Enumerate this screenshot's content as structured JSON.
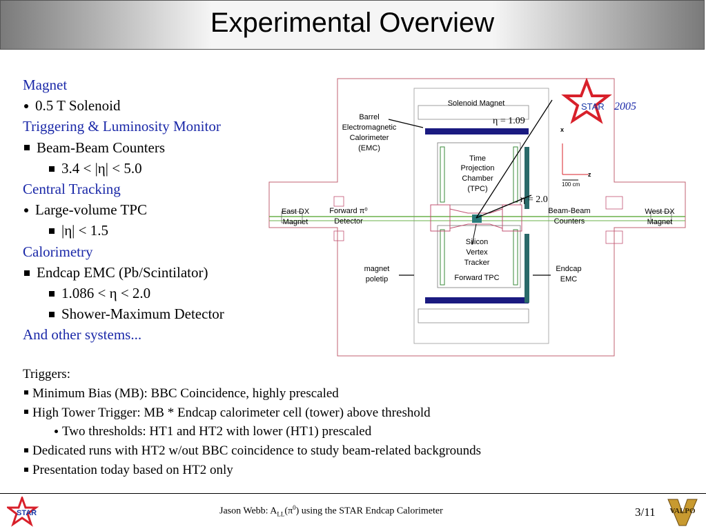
{
  "title": "Experimental Overview",
  "outline": {
    "magnet": "Magnet",
    "magnet_item": "0.5 T Solenoid",
    "trig": "Triggering & Luminosity Monitor",
    "trig_item": "Beam-Beam Counters",
    "trig_sub": "3.4 < |η| < 5.0",
    "tracking": "Central Tracking",
    "tracking_item": "Large-volume TPC",
    "tracking_sub": "|η| < 1.5",
    "calo": "Calorimetry",
    "calo_item": "Endcap EMC (Pb/Scintilator)",
    "calo_sub1": "1.086 < η < 2.0",
    "calo_sub2": "Shower-Maximum Detector",
    "other": "And other systems..."
  },
  "diagram": {
    "solenoid": "Solenoid Magnet",
    "barrel": [
      "Barrel",
      "Electromagnetic",
      "Calorimeter",
      "(EMC)"
    ],
    "tpc": [
      "Time",
      "Projection",
      "Chamber",
      "(TPC)"
    ],
    "east": [
      "East DX",
      "Magnet"
    ],
    "forward_pi": [
      "Forward π⁰",
      "Detector"
    ],
    "bbc": [
      "Beam-Beam",
      "Counters"
    ],
    "west": [
      "West DX",
      "Magnet"
    ],
    "svt": [
      "Silicon",
      "Vertex",
      "Tracker"
    ],
    "ftpc": "Forward TPC",
    "poletip": [
      "magnet",
      "poletip"
    ],
    "eemc": [
      "Endcap",
      "EMC"
    ],
    "eta1": "η = 1.09",
    "eta2": "η = 2.0",
    "axis_x": "x",
    "axis_z": "z",
    "scale": "100 cm",
    "star": "STAR",
    "year": "2005"
  },
  "triggers": {
    "heading": "Triggers:",
    "t1": "Minimum Bias (MB): BBC Coincidence, highly prescaled",
    "t2": "High Tower Trigger: MB * Endcap calorimeter cell (tower) above threshold",
    "t2_sub": "Two thresholds: HT1 and HT2 with lower (HT1) prescaled",
    "t3": "Dedicated runs with HT2 w/out BBC coincidence to study beam-related backgrounds",
    "t4": "Presentation today based on HT2 only"
  },
  "footer": {
    "text_pre": "Jason Webb: A",
    "text_sub": "LL",
    "text_mid": "(π",
    "text_sup": "0",
    "text_post": ") using the STAR Endcap Calorimeter",
    "page": "3/11",
    "star_logo": "STAR",
    "valpo_logo": "VALPO"
  },
  "colors": {
    "category": "#1a28a8",
    "star_red": "#d8202a",
    "star_blue": "#1a3aa8",
    "emc_blue": "#1a1a80"
  }
}
